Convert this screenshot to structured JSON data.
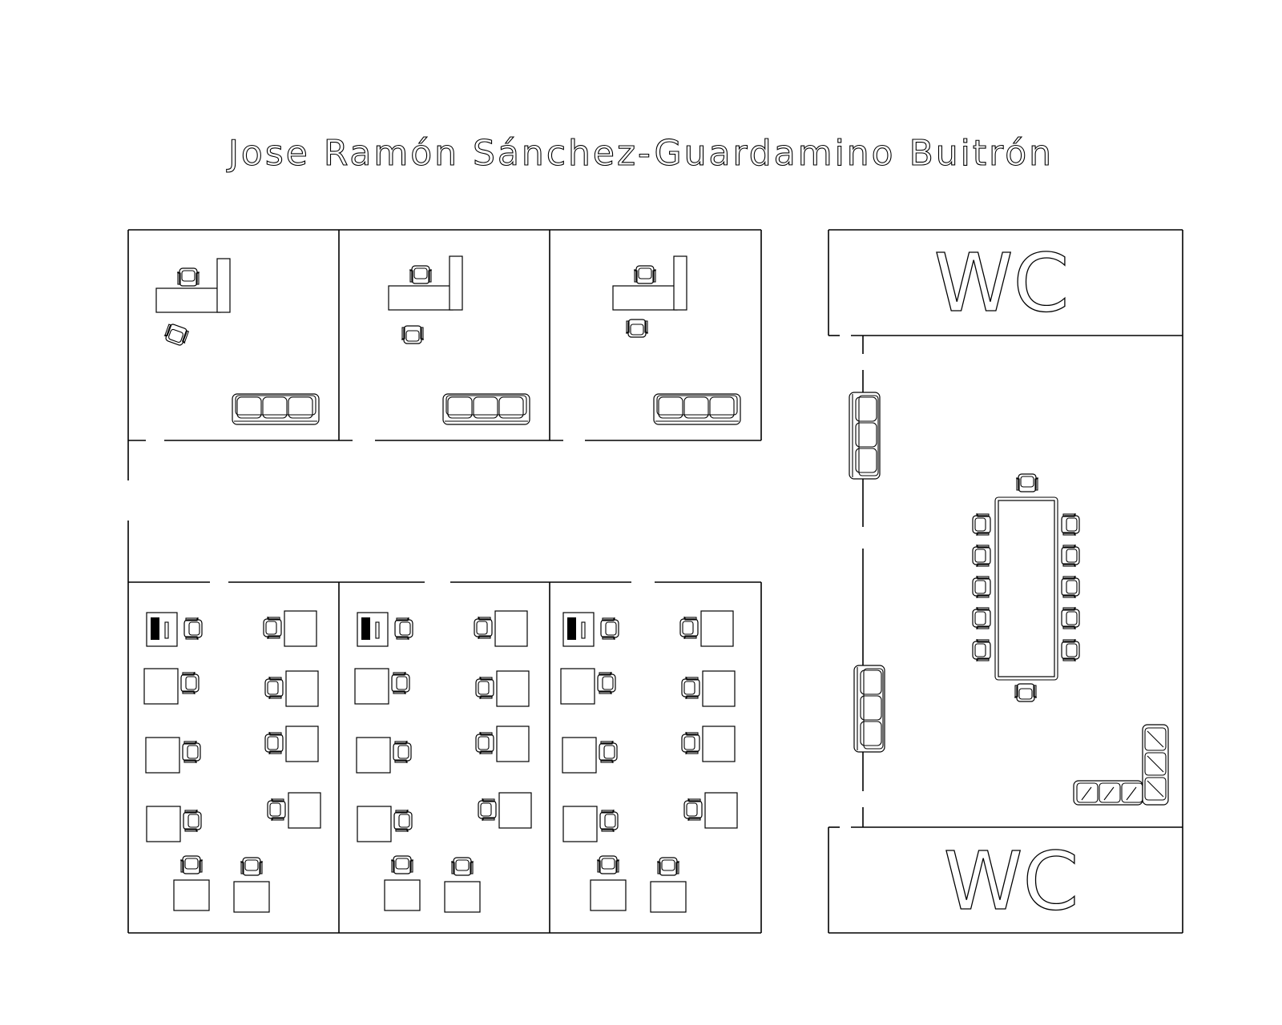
{
  "title": "Jose Ramón Sánchez-Guardamino Buitrón",
  "rooms": {
    "wc_top_label": "WC",
    "wc_bottom_label": "WC"
  },
  "furniture": {
    "private_office_count": 3,
    "open_office_count": 3,
    "meeting_table_chairs": 12
  }
}
